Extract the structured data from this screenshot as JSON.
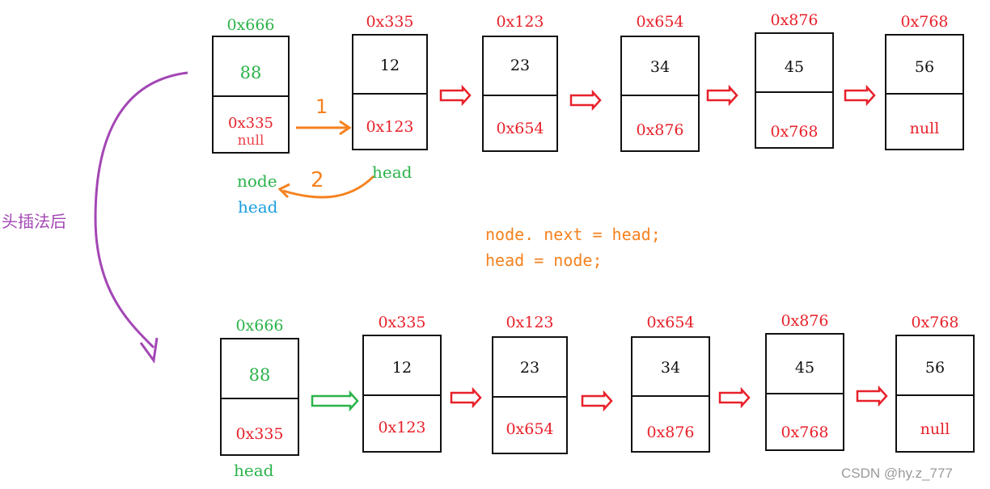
{
  "side_label": "头插法后",
  "before": {
    "new_node": {
      "addr": "0x666",
      "value": "88",
      "ptr": "0x335",
      "ptr_old": "null"
    },
    "list": [
      {
        "addr": "0x335",
        "value": "12",
        "ptr": "0x123"
      },
      {
        "addr": "0x123",
        "value": "23",
        "ptr": "0x654"
      },
      {
        "addr": "0x654",
        "value": "34",
        "ptr": "0x876"
      },
      {
        "addr": "0x876",
        "value": "45",
        "ptr": "0x768"
      },
      {
        "addr": "0x768",
        "value": "56",
        "ptr": "null"
      }
    ],
    "labels": {
      "node": "node",
      "head_new": "head",
      "head_old": "head"
    },
    "steps": {
      "one": "1",
      "two": "2"
    }
  },
  "code": {
    "line1": "node. next = head;",
    "line2": "head = node;"
  },
  "after": {
    "nodes": [
      {
        "addr": "0x666",
        "value": "88",
        "ptr": "0x335"
      },
      {
        "addr": "0x335",
        "value": "12",
        "ptr": "0x123"
      },
      {
        "addr": "0x123",
        "value": "23",
        "ptr": "0x654"
      },
      {
        "addr": "0x654",
        "value": "34",
        "ptr": "0x876"
      },
      {
        "addr": "0x876",
        "value": "45",
        "ptr": "0x768"
      },
      {
        "addr": "0x768",
        "value": "56",
        "ptr": "null"
      }
    ],
    "head_label": "head"
  },
  "watermark": "CSDN @hy.z_777",
  "colors": {
    "address": "#e8212b",
    "new_node": "#2bb34a",
    "highlight": "#1a9de0",
    "annotation": "#f5821f",
    "side_arrow": "#a346b4"
  }
}
